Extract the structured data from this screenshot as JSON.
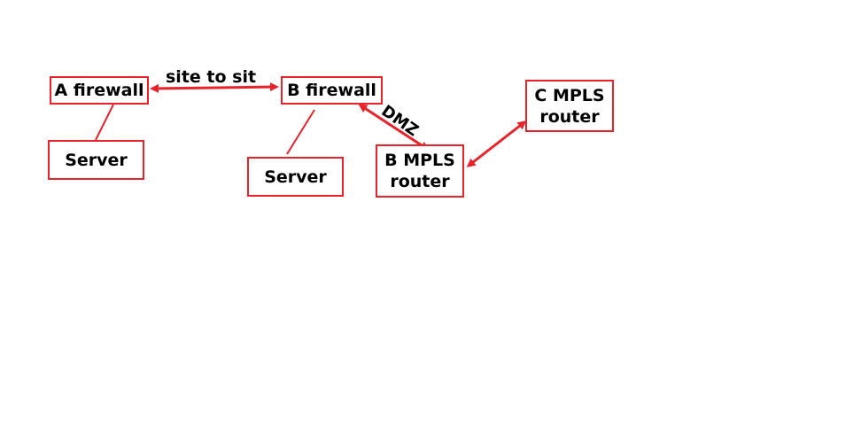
{
  "colors": {
    "stroke": "#e8232a",
    "text": "#000000",
    "background": "#ffffff"
  },
  "nodes": {
    "a_firewall": "A firewall",
    "a_server": "Server",
    "b_firewall": "B firewall",
    "b_server": "Server",
    "b_mpls_router": "B MPLS\nrouter",
    "c_mpls_router": "C MPLS\nrouter"
  },
  "edges": {
    "site_to_site": "site to sit",
    "dmz": "DMZ"
  }
}
